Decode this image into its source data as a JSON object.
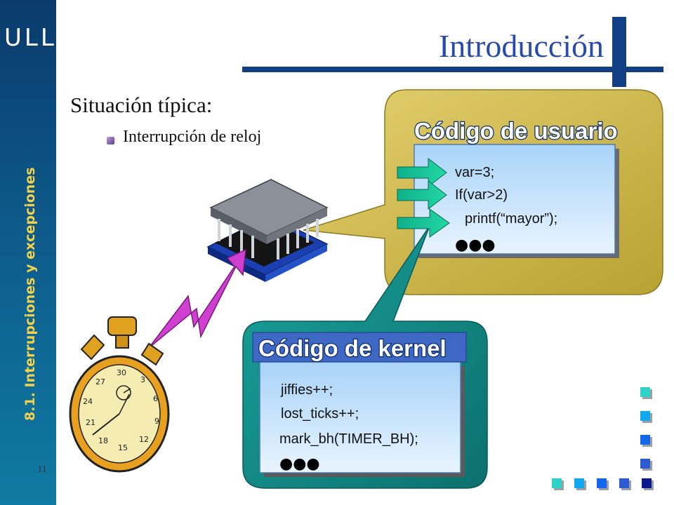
{
  "logo_text": "ULL",
  "side_title": "8.1. Interrupciones y excepciones",
  "page_number": "11",
  "title": "Introducción",
  "heading": "Situación típica:",
  "bullet": "Interrupción de reloj",
  "user_code": {
    "title": "Código de usuario",
    "lines": [
      "var=3;",
      "If(var>2)",
      "printf(“mayor”);"
    ],
    "ellipsis": "●●●"
  },
  "kernel_code": {
    "title": "Código de kernel",
    "lines": [
      "jiffies++;",
      "lost_ticks++;",
      "mark_bh(TIMER_BH);"
    ],
    "ellipsis": "●●●"
  },
  "stopwatch_numbers": [
    "30",
    "3",
    "6",
    "9",
    "12",
    "15",
    "18",
    "21",
    "24",
    "27"
  ],
  "colors": {
    "sidebar_top": "#0a3b6c",
    "title_blue": "#2a4aa8",
    "gold_bubble": "#c9b446",
    "teal_bubble": "#138a86",
    "code_box": "#bfe0fb",
    "band_blue": "#3f68c4",
    "side_title_yellow": "#f2d24a"
  },
  "icons": [
    "chip-icon",
    "lightning-icon",
    "stopwatch-icon",
    "arrow-icon"
  ]
}
